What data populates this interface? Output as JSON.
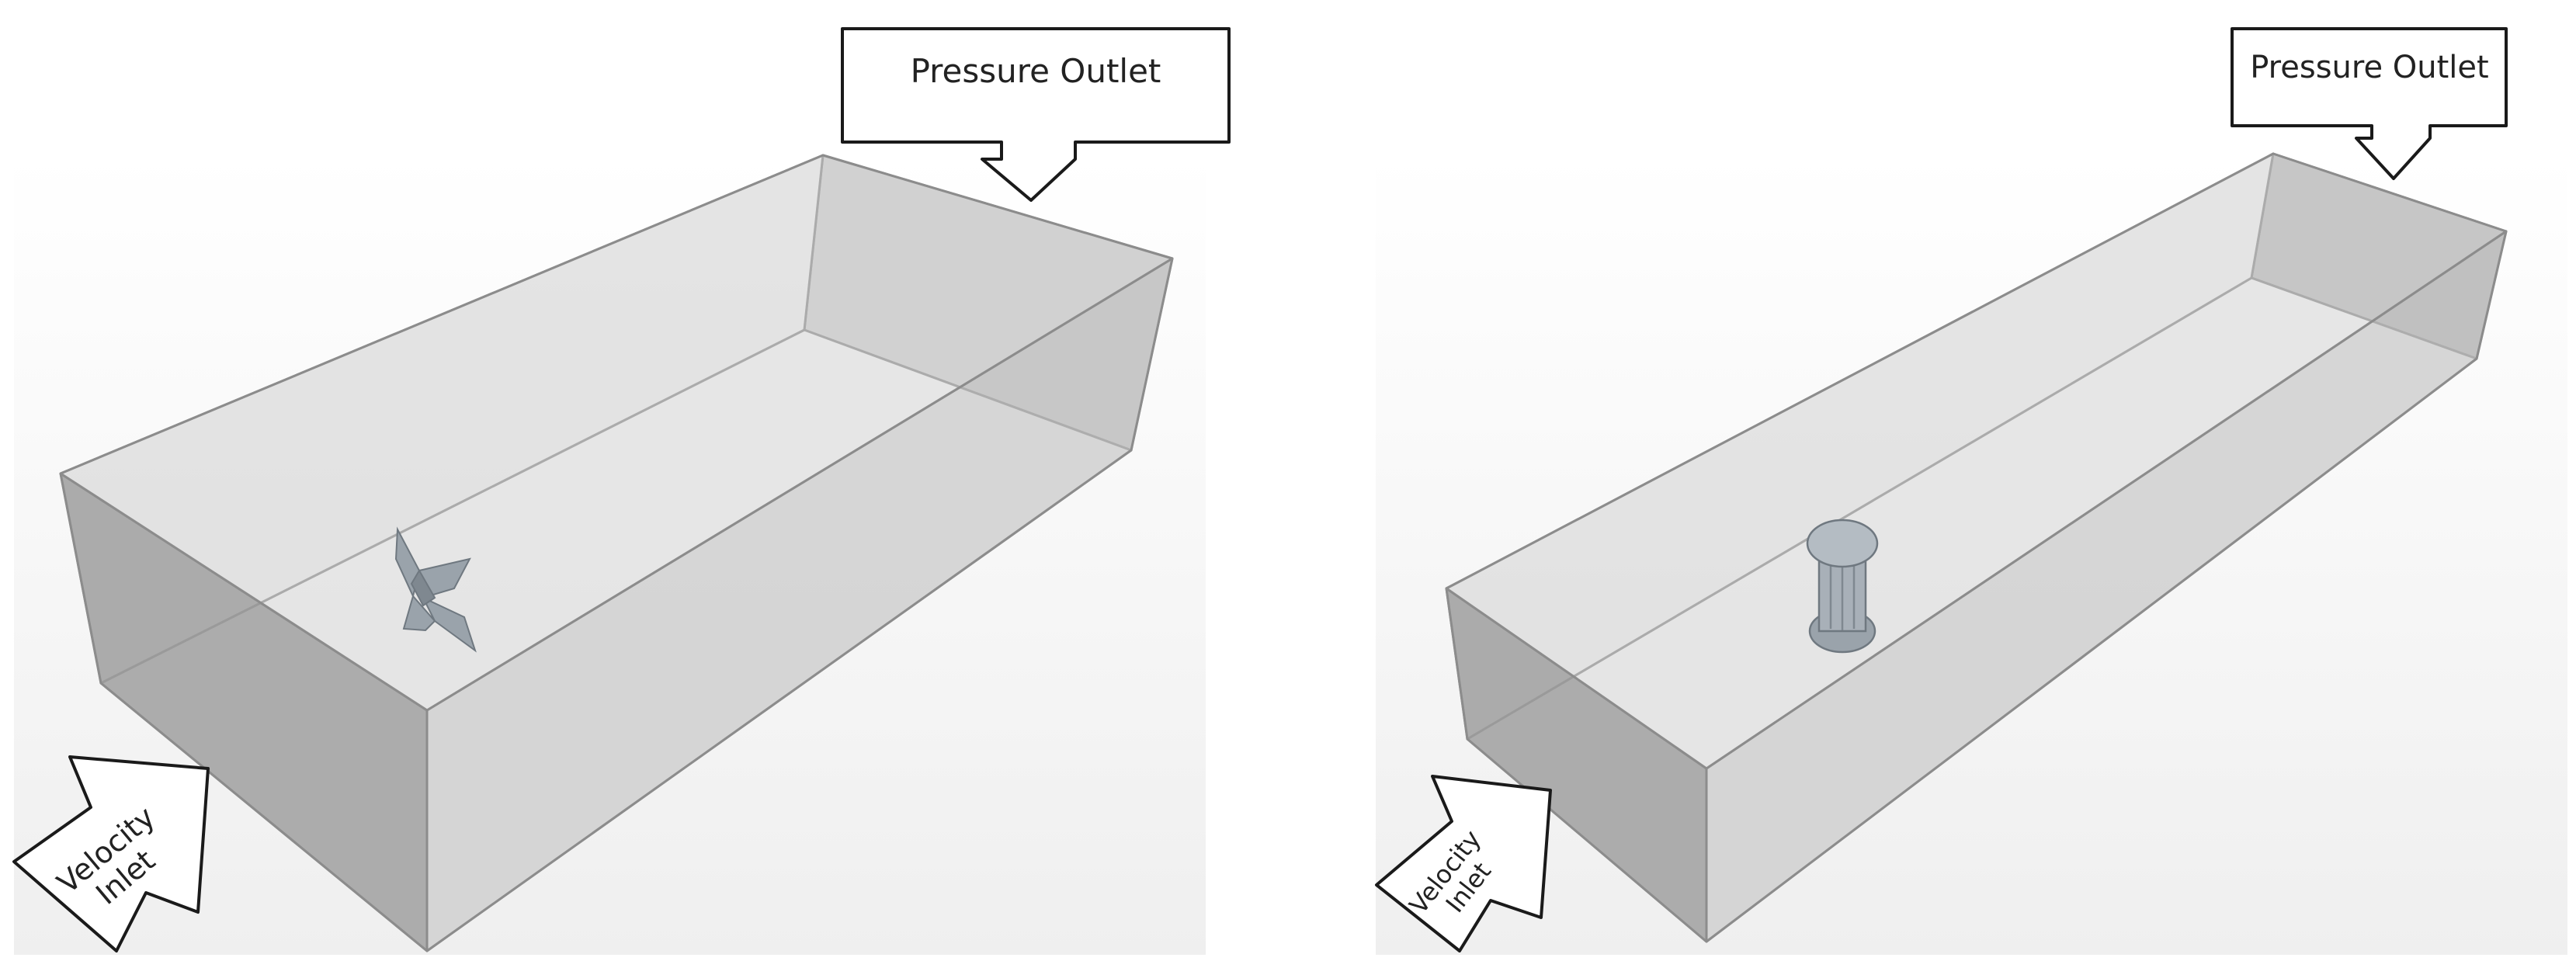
{
  "panels": [
    {
      "id": "left",
      "outlet_label": "Pressure Outlet",
      "inlet_label_line1": "Velocity",
      "inlet_label_line2": "Inlet",
      "rotor_icon": "cross-flow-rotor-icon"
    },
    {
      "id": "right",
      "outlet_label": "Pressure Outlet",
      "inlet_label_line1": "Velocity",
      "inlet_label_line2": "Inlet",
      "rotor_icon": "cylinder-rotor-icon"
    }
  ],
  "colors": {
    "box_face": "#d8d8d8",
    "box_edge": "#8c8c8c",
    "box_dark": "#a9a9a9",
    "background_top": "#ffffff",
    "background_bottom": "#f2f2f2",
    "callout_fill": "#ffffff",
    "callout_stroke": "#1a1a1a",
    "turbine": "#9aa3ab"
  }
}
